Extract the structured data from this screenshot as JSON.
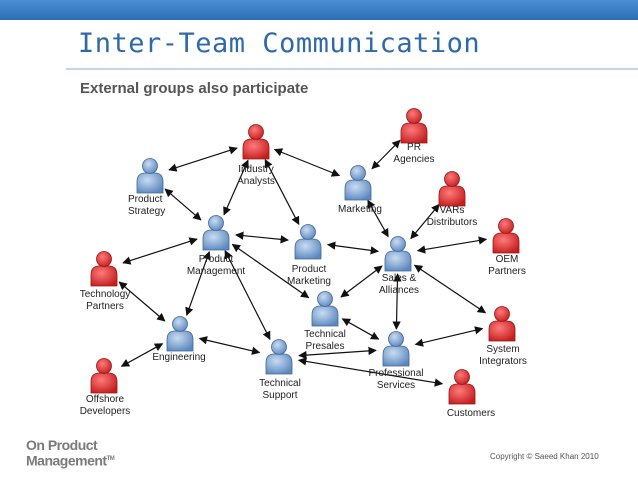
{
  "header": {
    "title": "Inter-Team Communication",
    "subtitle": "External groups also participate"
  },
  "diagram": {
    "internal_color": "#6f9ad0",
    "external_color": "#d92b2b",
    "nodes": [
      {
        "id": "product-strategy",
        "label": "Product\nStrategy",
        "group": "internal"
      },
      {
        "id": "industry-analysts",
        "label": "Industry\nAnalysts",
        "group": "external"
      },
      {
        "id": "pr-agencies",
        "label": "PR\nAgencies",
        "group": "external"
      },
      {
        "id": "marketing",
        "label": "Marketing",
        "group": "internal"
      },
      {
        "id": "vars-distributors",
        "label": "VARs\nDistributors",
        "group": "external"
      },
      {
        "id": "product-management",
        "label": "Product\nManagement",
        "group": "internal"
      },
      {
        "id": "product-marketing",
        "label": "Product\nMarketing",
        "group": "internal"
      },
      {
        "id": "sales-alliances",
        "label": "Sales &\nAlliances",
        "group": "internal"
      },
      {
        "id": "oem-partners",
        "label": "OEM\nPartners",
        "group": "external"
      },
      {
        "id": "technology-partners",
        "label": "Technology\nPartners",
        "group": "external"
      },
      {
        "id": "technical-presales",
        "label": "Technical\nPresales",
        "group": "internal"
      },
      {
        "id": "engineering",
        "label": "Engineering",
        "group": "internal"
      },
      {
        "id": "system-integrators",
        "label": "System\nIntegrators",
        "group": "external"
      },
      {
        "id": "offshore-developers",
        "label": "Offshore\nDevelopers",
        "group": "external"
      },
      {
        "id": "technical-support",
        "label": "Technical\nSupport",
        "group": "internal"
      },
      {
        "id": "professional-services",
        "label": "Professional\nServices",
        "group": "internal"
      },
      {
        "id": "customers",
        "label": "Customers",
        "group": "external"
      }
    ],
    "edges": [
      [
        "product-strategy",
        "industry-analysts"
      ],
      [
        "product-strategy",
        "product-management"
      ],
      [
        "industry-analysts",
        "product-management"
      ],
      [
        "industry-analysts",
        "marketing"
      ],
      [
        "industry-analysts",
        "product-marketing"
      ],
      [
        "pr-agencies",
        "marketing"
      ],
      [
        "marketing",
        "sales-alliances"
      ],
      [
        "vars-distributors",
        "sales-alliances"
      ],
      [
        "product-management",
        "product-marketing"
      ],
      [
        "product-marketing",
        "sales-alliances"
      ],
      [
        "oem-partners",
        "sales-alliances"
      ],
      [
        "technology-partners",
        "product-management"
      ],
      [
        "product-management",
        "engineering"
      ],
      [
        "product-management",
        "technical-presales"
      ],
      [
        "technical-presales",
        "sales-alliances"
      ],
      [
        "sales-alliances",
        "professional-services"
      ],
      [
        "sales-alliances",
        "system-integrators"
      ],
      [
        "technology-partners",
        "engineering"
      ],
      [
        "engineering",
        "technical-support"
      ],
      [
        "technical-presales",
        "professional-services"
      ],
      [
        "product-management",
        "technical-support"
      ],
      [
        "system-integrators",
        "professional-services"
      ],
      [
        "offshore-developers",
        "engineering"
      ],
      [
        "technical-support",
        "professional-services"
      ],
      [
        "technical-support",
        "customers"
      ]
    ]
  },
  "footer": {
    "logo_line1": "On Product",
    "logo_line2": "Management",
    "logo_tm": "TM",
    "copyright": "Copyright © Saeed Khan 2010"
  }
}
